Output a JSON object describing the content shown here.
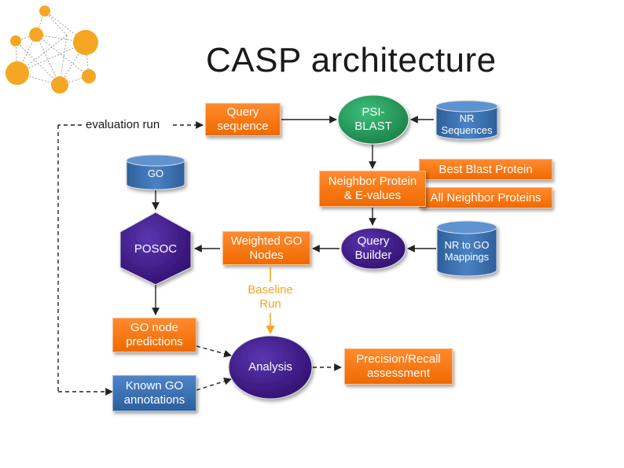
{
  "slide": {
    "title": "CASP architecture"
  },
  "nodes": {
    "query_sequence": "Query\nsequence",
    "psi_blast": "PSI-\nBLAST",
    "nr_sequences": "NR\nSequences",
    "go_db": "GO",
    "neighbor_protein": "Neighbor Protein\n& E-values",
    "best_blast": "Best Blast Protein",
    "all_neighbor": "All Neighbor Proteins",
    "posoc": "POSOC",
    "weighted_go": "Weighted GO\nNodes",
    "query_builder": "Query\nBuilder",
    "nr_to_go": "NR to GO\nMappings",
    "go_node_predictions": "GO node\npredictions",
    "known_go": "Known GO\nannotations",
    "analysis": "Analysis",
    "precision_recall": "Precision/Recall\nassessment"
  },
  "labels": {
    "evaluation_run": "evaluation run",
    "baseline_run": "Baseline\nRun"
  },
  "colors": {
    "orange": "#f57b1a",
    "blue": "#3b70b3",
    "purple": "#3d1a8a",
    "green": "#2a9a5a",
    "logo_orange": "#f5a623"
  }
}
